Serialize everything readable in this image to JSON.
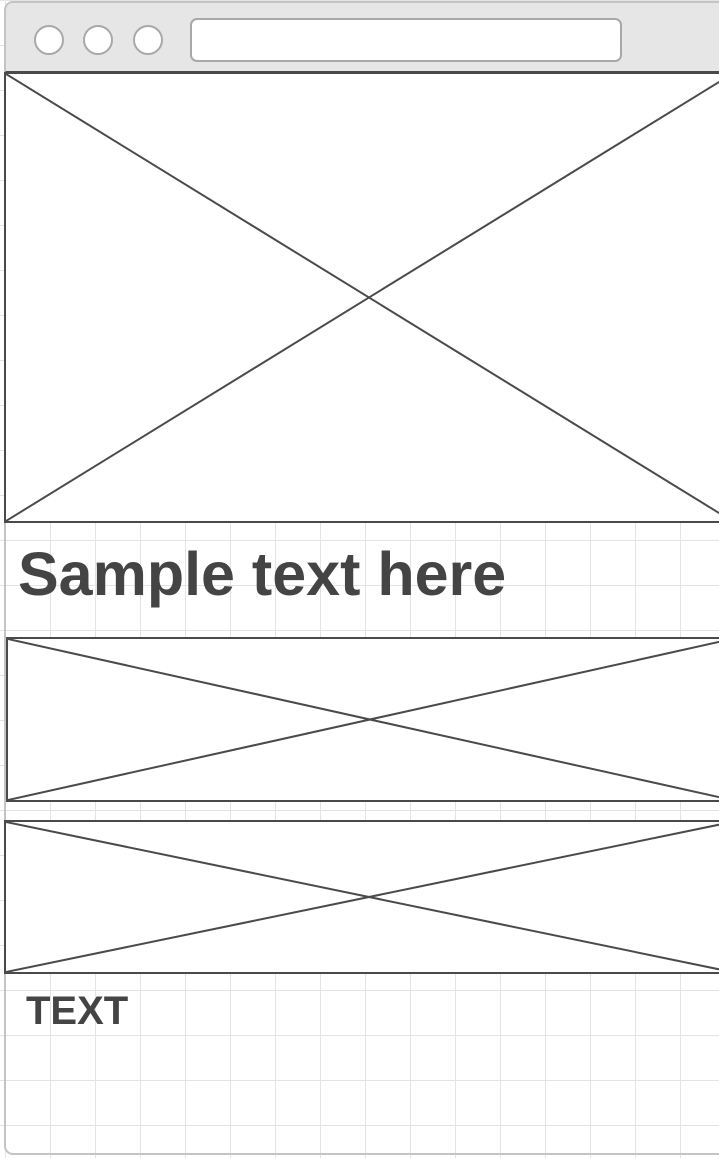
{
  "window": {
    "controls": [
      {
        "name": "close"
      },
      {
        "name": "minimize"
      },
      {
        "name": "maximize"
      }
    ],
    "address_bar": {
      "value": "",
      "placeholder": ""
    }
  },
  "content": {
    "hero_image": {
      "icon": "image-placeholder-icon"
    },
    "heading": "Sample text here",
    "banner_image_1": {
      "icon": "image-placeholder-icon"
    },
    "banner_image_2": {
      "icon": "image-placeholder-icon"
    },
    "caption": "TEXT"
  },
  "colors": {
    "stroke": "#4a4a4a",
    "text": "#444444",
    "chrome_background": "#e6e6e6",
    "chrome_border": "#a8a8a8",
    "grid_line": "#e3e3e3"
  }
}
